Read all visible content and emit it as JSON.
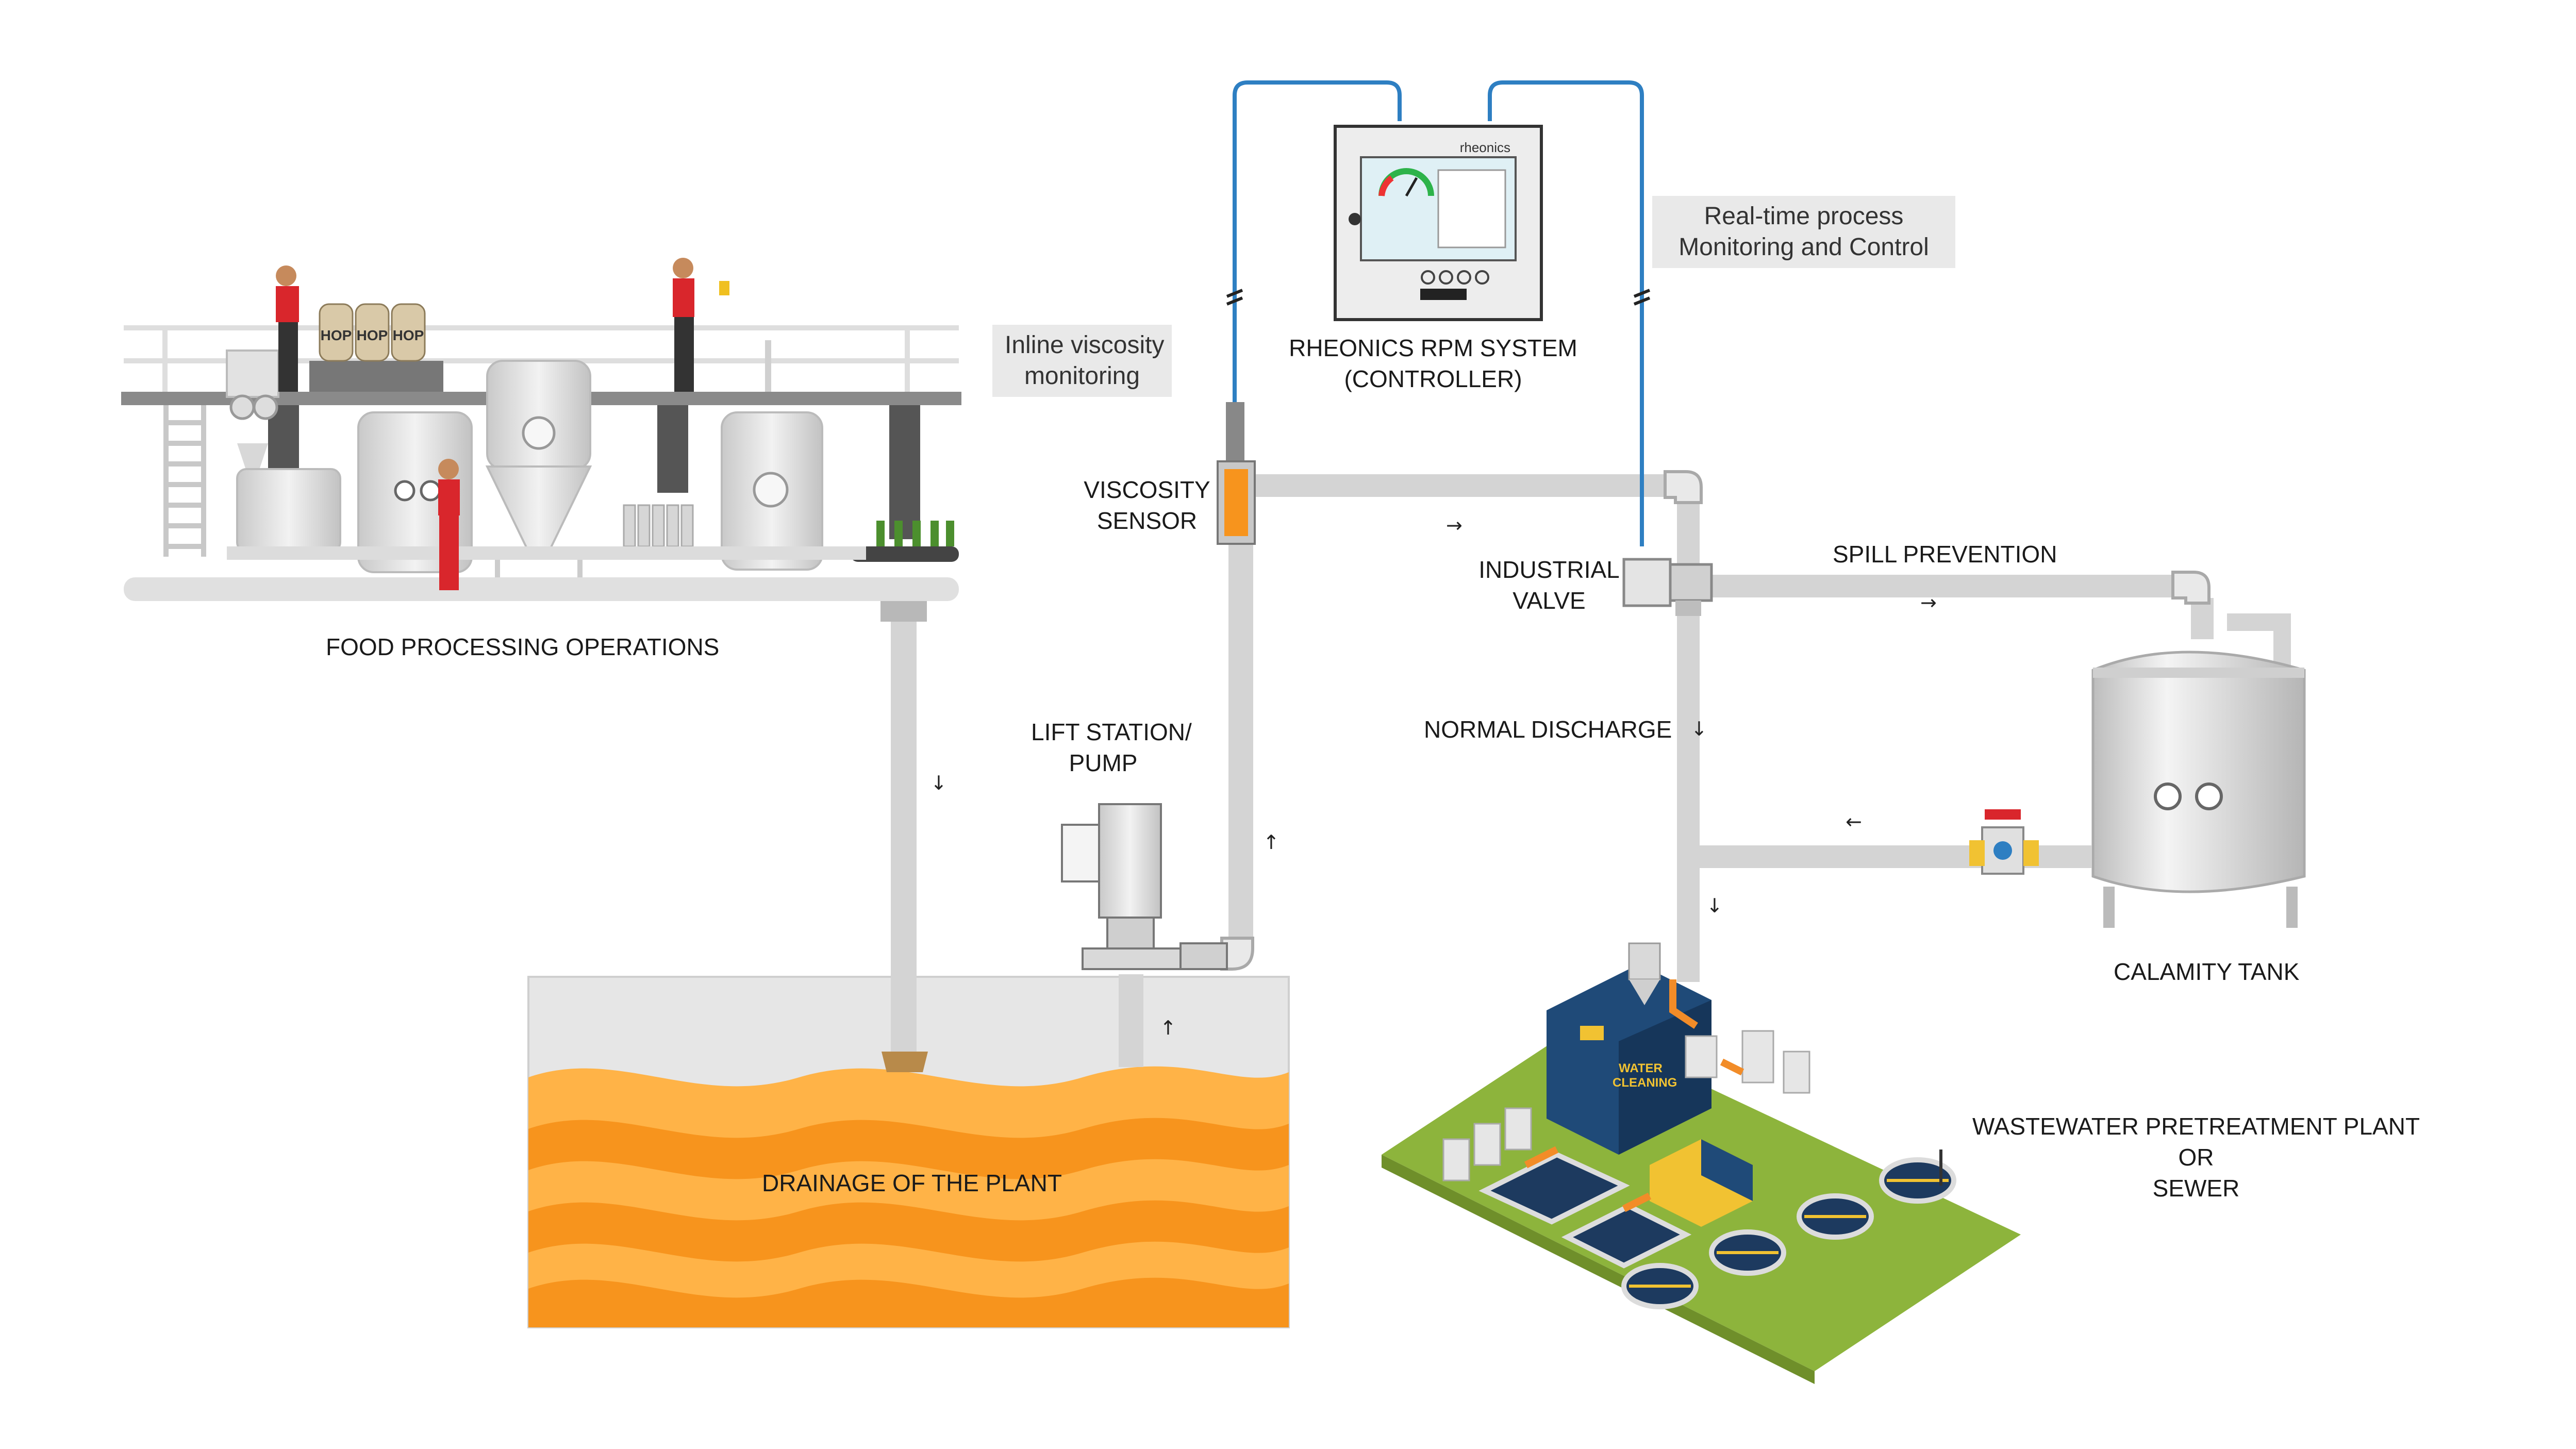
{
  "labels": {
    "food_processing": "FOOD PROCESSING OPERATIONS",
    "inline_viscosity": [
      "Inline viscosity",
      "monitoring"
    ],
    "controller": [
      "RHEONICS RPM SYSTEM",
      "(CONTROLLER)"
    ],
    "realtime": [
      "Real-time process",
      "Monitoring and Control"
    ],
    "viscosity_sensor": [
      "VISCOSITY",
      "SENSOR"
    ],
    "industrial_valve": [
      "INDUSTRIAL",
      "VALVE"
    ],
    "spill_prevention": "SPILL PREVENTION",
    "lift_station": [
      "LIFT STATION/",
      "PUMP"
    ],
    "normal_discharge": "NORMAL DISCHARGE",
    "calamity_tank": "CALAMITY TANK",
    "drainage": "DRAINAGE OF THE PLANT",
    "wastewater": [
      "WASTEWATER PRETREATMENT PLANT",
      "OR",
      "SEWER"
    ]
  },
  "sacks": [
    "HOP",
    "HOP",
    "HOP"
  ],
  "controller_brand": "rheonics",
  "water_cleaning": [
    "WATER",
    "CLEANING"
  ],
  "flow_arrow_glyphs": {
    "down": "↓",
    "up": "↑",
    "right": "→",
    "left": "←"
  },
  "colors": {
    "pipe": "#d4d4d4",
    "signal_cable": "#2e7fc2",
    "liquid_light": "#ffb347",
    "liquid_dark": "#f7941d",
    "ground": "#8db43c",
    "worker_shirt": "#d9262c"
  }
}
